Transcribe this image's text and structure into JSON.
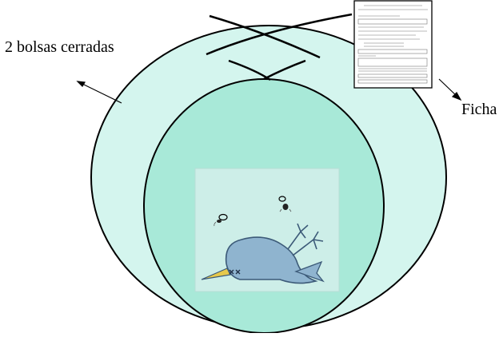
{
  "labels": {
    "bags": "2 bolsas cerradas",
    "form": "Ficha"
  },
  "icons": {
    "bird": "dead-bird-illustration",
    "flies": "fly-icon",
    "form_document": "form-document-icon"
  },
  "colors": {
    "outer_bag_fill": "#d4f5ee",
    "inner_bag_fill": "#a8e9d8",
    "picture_panel": "#cdeee8",
    "bird_body": "#8fb4cf",
    "beak": "#e6c84a",
    "outline": "#000000"
  }
}
